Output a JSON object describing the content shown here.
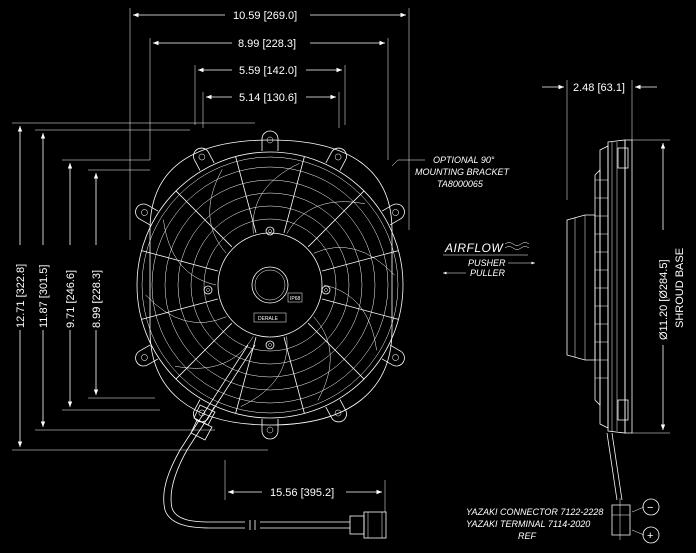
{
  "dimensions": {
    "overall_width": "10.59 [269.0]",
    "bracket_span": "8.99 [228.3]",
    "inner_span_a": "5.59 [142.0]",
    "inner_span_b": "5.14 [130.6]",
    "overall_height": "12.71 [322.8]",
    "height_b": "11.87 [301.5]",
    "height_c": "9.71 [246.6]",
    "height_d": "8.99 [228.3]",
    "depth": "2.48 [63.1]",
    "shroud_base": "Ø11.20 [Ø284.5]",
    "shroud_label": "SHROUD BASE",
    "lead_length": "15.56 [395.2]"
  },
  "notes": {
    "bracket_line1": "OPTIONAL 90°",
    "bracket_line2": "MOUNTING BRACKET",
    "bracket_line3": "TA8000065",
    "airflow": "AIRFLOW",
    "pusher": "PUSHER",
    "puller": "PULLER",
    "connector_line1": "YAZAKI CONNECTOR 7122-2228",
    "connector_line2": "YAZAKI TERMINAL 7114-2020",
    "connector_line3": "REF",
    "minus_symbol": "−",
    "plus_symbol": "+",
    "ip_label": "IP68",
    "hub_label": "DERALE"
  }
}
